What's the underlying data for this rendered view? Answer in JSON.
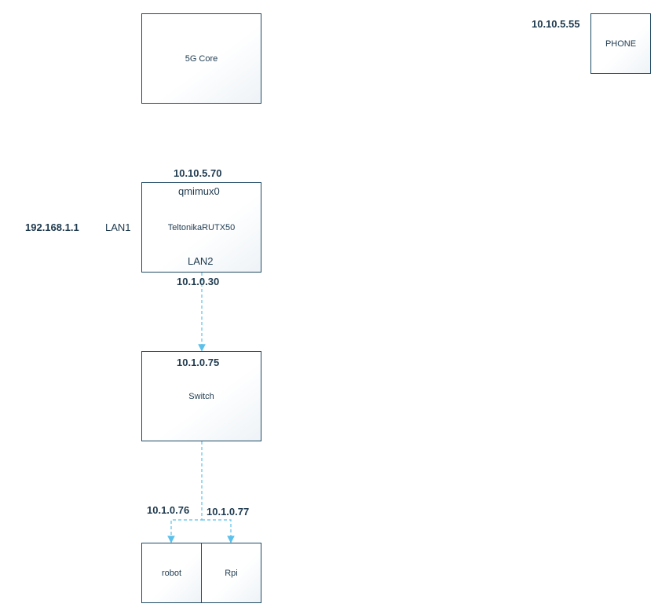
{
  "nodes": {
    "core": {
      "label": "5G Core"
    },
    "phone": {
      "label": "PHONE",
      "ip": "10.10.5.55"
    },
    "router": {
      "label": "TeltonikaRUTX50",
      "wan_ip": "10.10.5.70",
      "wan_iface": "qmimux0",
      "lan1_label": "LAN1",
      "lan1_ip": "192.168.1.1",
      "lan2_label": "LAN2",
      "lan2_ip": "10.1.0.30"
    },
    "switch": {
      "label": "Switch",
      "ip": "10.1.0.75"
    },
    "robot": {
      "label": "robot",
      "ip": "10.1.0.76"
    },
    "rpi": {
      "label": "Rpi",
      "ip": "10.1.0.77"
    }
  },
  "colors": {
    "border": "#1f4a63",
    "text": "#1e3a4f",
    "connector": "#5bc0eb"
  }
}
